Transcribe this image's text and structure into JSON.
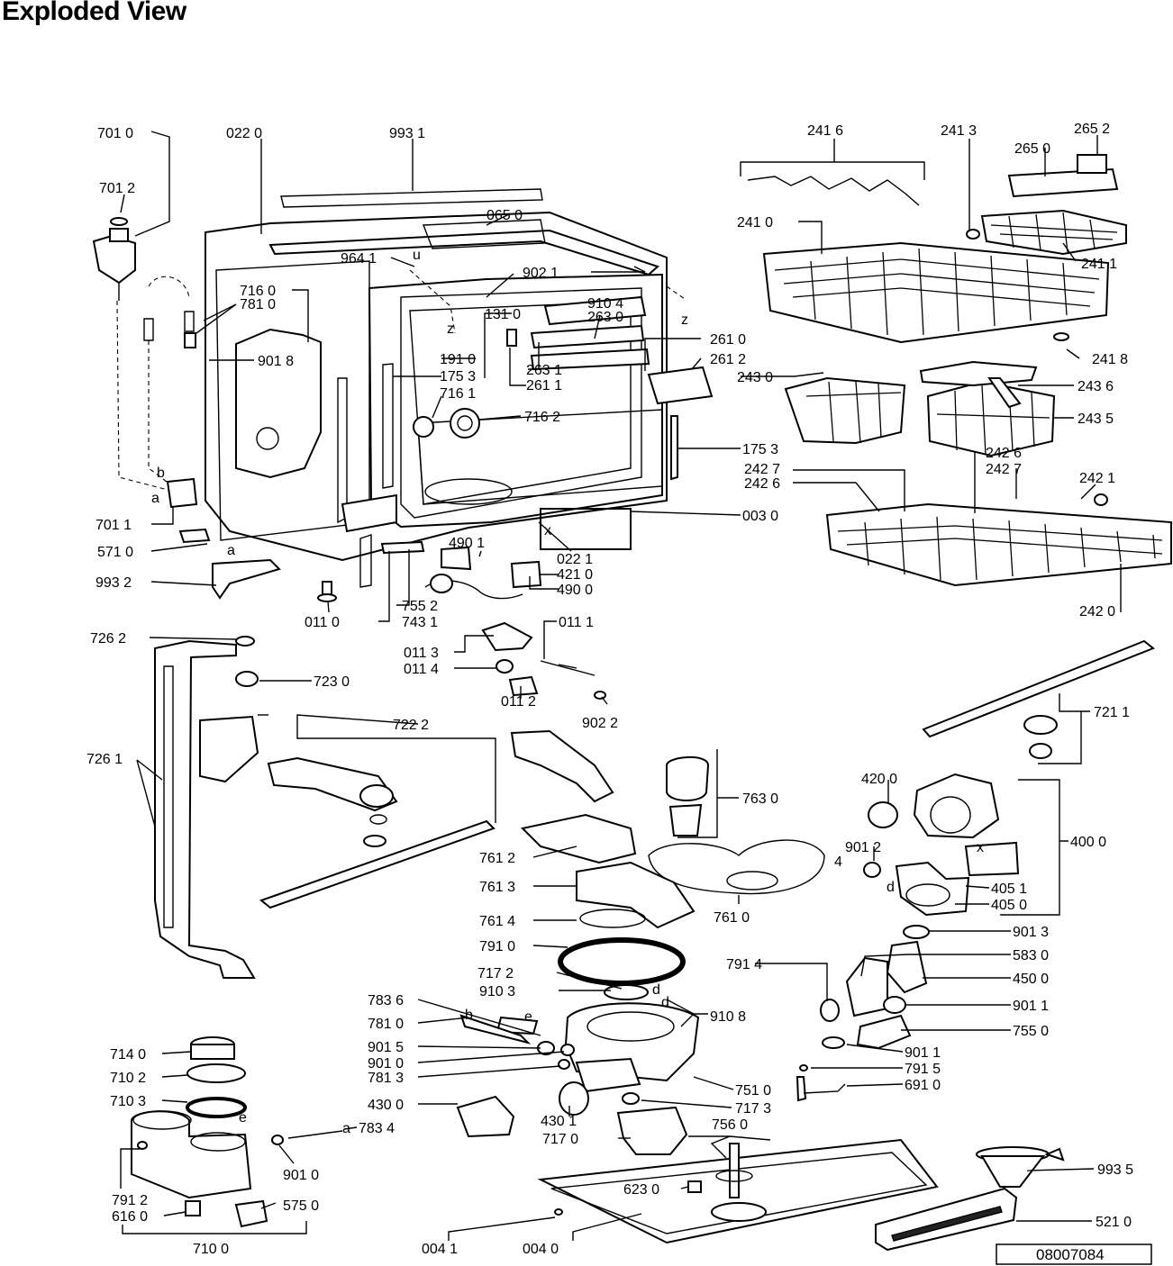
{
  "title": "Exploded View",
  "document_number": "08007084",
  "part_numbers": {
    "p7010": "701 0",
    "p0220": "022 0",
    "p9931": "993 1",
    "p2416": "241 6",
    "p2413": "241 3",
    "p2652": "265 2",
    "p2650": "265 0",
    "p7012": "701 2",
    "p0650": "065 0",
    "p2410": "241 0",
    "p9641": "964 1",
    "p9021": "902 1",
    "p2411": "241 1",
    "p7160": "716 0",
    "p9104": "910 4",
    "p7810": "781 0",
    "p1310": "131 0",
    "p2630": "263 0",
    "p2610": "261 0",
    "p9018": "901 8",
    "p1910": "191 0",
    "p2612": "261 2",
    "p2418": "241 8",
    "p1753a": "175 3",
    "p2631": "263 1",
    "p2430": "243 0",
    "p2611": "261 1",
    "p2436": "243 6",
    "p7161": "716 1",
    "p7162": "716 2",
    "p2435": "243 5",
    "p1753b": "175 3",
    "p2426a": "242 6",
    "p2427a": "242 7",
    "p2427b": "242 7",
    "p2421": "242 1",
    "p2426b": "242 6",
    "p0030": "003 0",
    "p7011": "701 1",
    "p4901": "490 1",
    "p0221": "022 1",
    "p5710": "571 0",
    "p4210": "421 0",
    "p9932": "993 2",
    "p4900": "490 0",
    "p7552": "755 2",
    "p2420": "242 0",
    "p0110": "011 0",
    "p7431": "743 1",
    "p0111": "011 1",
    "p7262": "726 2",
    "p0113": "011 3",
    "p0114": "011 4",
    "p7230": "723 0",
    "p0112": "011 2",
    "p9022": "902 2",
    "p7222": "722 2",
    "p7211": "721 1",
    "p7261": "726 1",
    "p7630": "763 0",
    "p4200": "420 0",
    "p7612": "761 2",
    "p9012": "901 2",
    "p4000": "400 0",
    "p7613": "761 3",
    "p4051": "405 1",
    "p4050": "405 0",
    "p7610": "761 0",
    "p7614": "761 4",
    "p9013": "901 3",
    "p7910": "791 0",
    "p5830": "583 0",
    "p7914": "791 4",
    "p7172": "717 2",
    "p4500": "450 0",
    "p7836": "783 6",
    "p9103": "910 3",
    "p9011a": "901 1",
    "p9108": "910 8",
    "p7810b": "781 0",
    "p7550": "755 0",
    "p9015": "901 5",
    "p9011b": "901 1",
    "p7140": "714 0",
    "p9010a": "901 0",
    "p7915": "791 5",
    "p7813": "781 3",
    "p7510": "751 0",
    "p6910": "691 0",
    "p7102": "710 2",
    "p7103": "710 3",
    "p7173": "717 3",
    "p4300": "430 0",
    "p7560": "756 0",
    "p7834": "783 4",
    "p4301": "430 1",
    "p7170": "717 0",
    "p9935": "993 5",
    "p9010b": "901 0",
    "p6230": "623 0",
    "p7912": "791 2",
    "p5750": "575 0",
    "p6160": "616 0",
    "p5210": "521 0",
    "p7100": "710 0",
    "p0041": "004 1",
    "p0040": "004 0"
  },
  "letters": {
    "u": "u",
    "z1": "z",
    "z2": "z",
    "b1": "b",
    "a1": "a",
    "a2": "a",
    "x1": "x",
    "x2": "x",
    "d1": "d",
    "d2": "d",
    "d3": "d",
    "b2": "b",
    "e1": "e",
    "e2": "e",
    "a3": "a",
    "n4": "4"
  }
}
